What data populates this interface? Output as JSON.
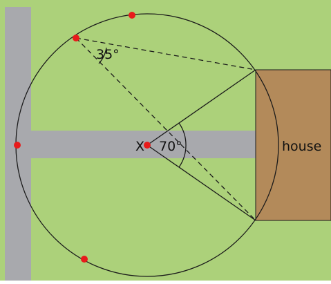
{
  "labels": {
    "angle_inscribed": "35°",
    "angle_central": "70°",
    "point": "X",
    "house": "house"
  },
  "colors": {
    "grass": "#acd17a",
    "road": "#a8a9ad",
    "house": "#b38a5a",
    "circle": "#1a1a1a",
    "point": "#e81b1b",
    "outline": "#1a1a1a"
  }
}
